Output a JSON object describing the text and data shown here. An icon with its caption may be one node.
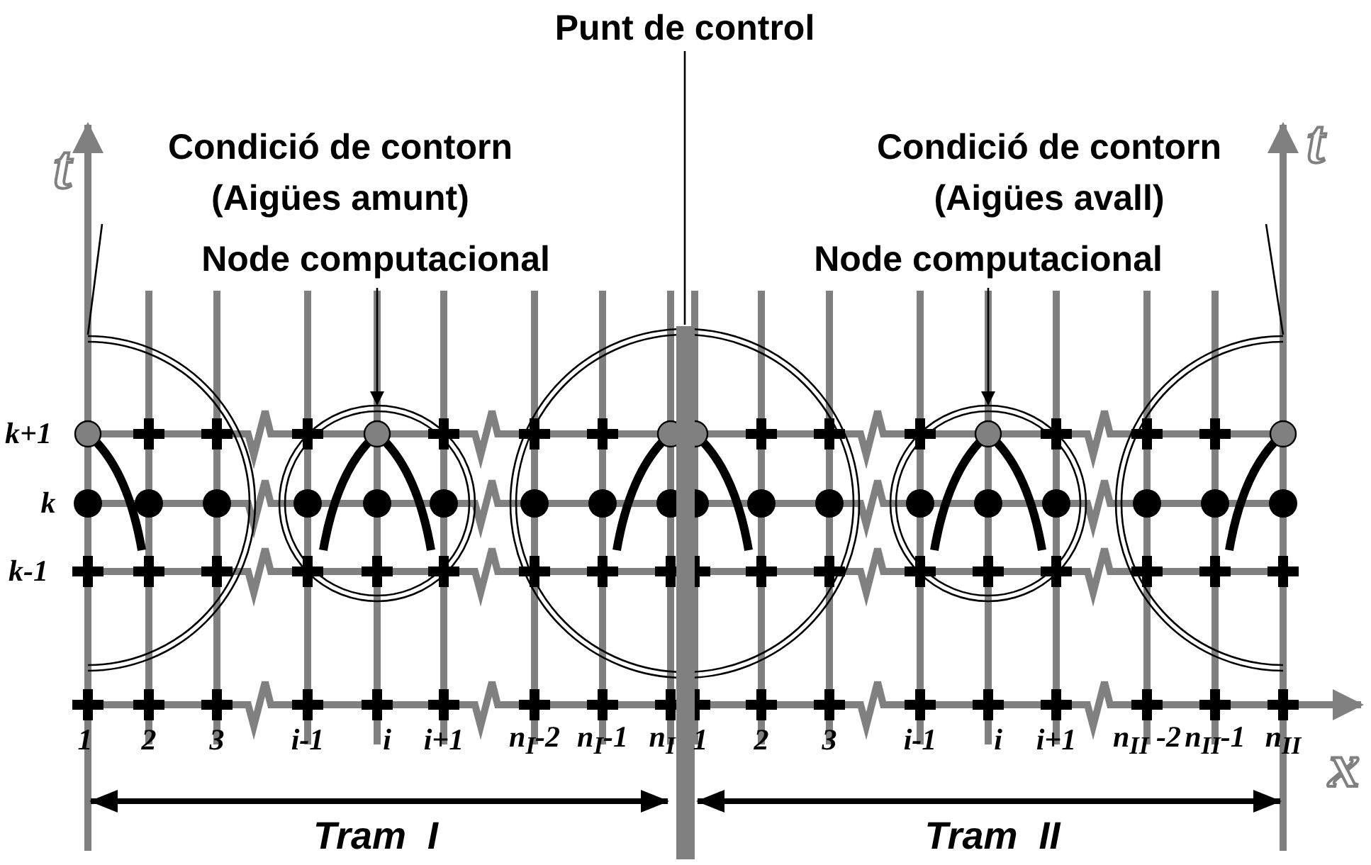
{
  "diagram": {
    "nodes": [
      {
        "text": [
          "Condició de contorn (Aigües amunt)"
        ]
      },
      {
        "text": [
          "Punt de control"
        ]
      },
      {
        "text": [
          "Condició de contorn (Aigües avall)"
        ]
      },
      {
        "text": [
          "Node computacional"
        ]
      },
      {
        "text": [
          "Node computacional"
        ]
      },
      {
        "text": [],
        "shape": "circle"
      },
      {
        "text": [],
        "shape": "circle"
      },
      {
        "text": [],
        "shape": "bar"
      },
      {
        "text": [],
        "shape": "circle"
      },
      {
        "text": [],
        "shape": "circle"
      }
    ],
    "edges": [
      {
        "from": 0,
        "to": 5,
        "arrow": "none"
      },
      {
        "from": 1,
        "to": 7,
        "arrow": "none"
      },
      {
        "from": 2,
        "to": 9,
        "arrow": "none"
      },
      {
        "from": 3,
        "to": 6,
        "arrow": "to"
      },
      {
        "from": 4,
        "to": 8,
        "arrow": "to"
      }
    ],
    "labels": [
      "t",
      "t",
      "k+1",
      "k",
      "k-1",
      "1",
      "2",
      "3",
      "i-1",
      "i",
      "i+1",
      "n$_{I}$-2",
      "n$_{I}$-1",
      "n$_{I}$",
      "1",
      "2",
      "3",
      "i-1",
      "i",
      "i+1",
      "n$_{II}$ -2",
      "n$_{II}$-1",
      "n$_{II}$",
      "x",
      "Tram  I",
      "Tram  II"
    ]
  }
}
